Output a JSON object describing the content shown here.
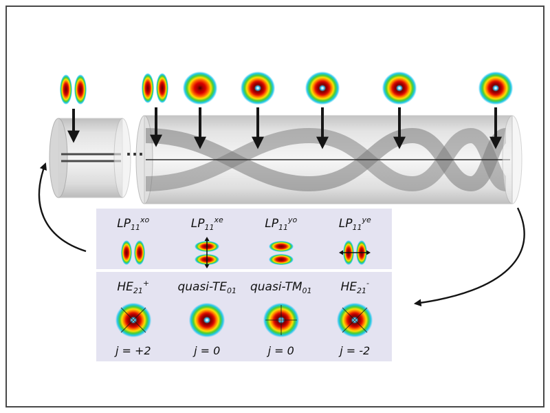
{
  "figure": {
    "dots": "...",
    "description_labels": {}
  },
  "colors": {
    "panel_bg": "#e4e3f1",
    "arrow": "#161616",
    "fiber_gray": "#d9d9d9",
    "ribbon_gray": "#6f6f6f",
    "colormap": "jet"
  },
  "panel1": {
    "modes": [
      {
        "base": "LP",
        "sub": "11",
        "sup": "xo"
      },
      {
        "base": "LP",
        "sub": "11",
        "sup": "xe"
      },
      {
        "base": "LP",
        "sub": "11",
        "sup": "yo"
      },
      {
        "base": "LP",
        "sub": "11",
        "sup": "ye"
      }
    ]
  },
  "panel2": {
    "modes": [
      {
        "base": "HE",
        "sub": "21",
        "sup": "+",
        "j": "j = +2"
      },
      {
        "base": "quasi-TE",
        "sub": "01",
        "sup": "",
        "j": "j = 0"
      },
      {
        "base": "quasi-TM",
        "sub": "01",
        "sup": "",
        "j": "j = 0"
      },
      {
        "base": "HE",
        "sub": "21",
        "sup": "-",
        "j": "j = -2"
      }
    ]
  }
}
